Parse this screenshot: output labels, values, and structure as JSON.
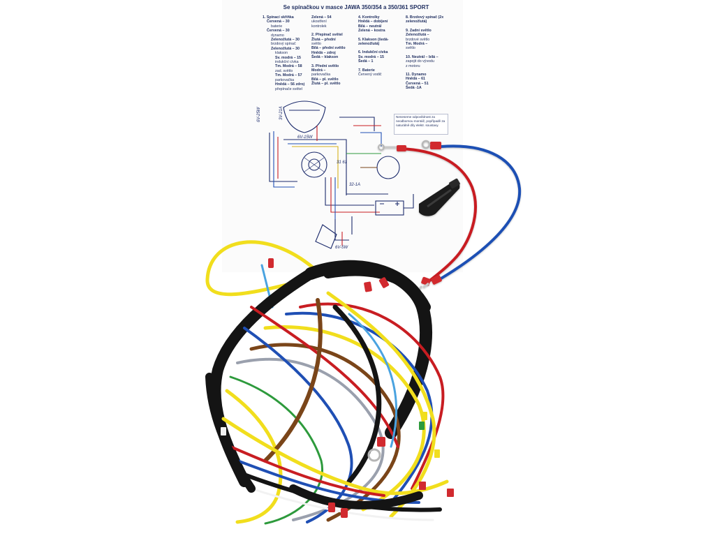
{
  "document": {
    "title": "Se spínačkou v masce JAWA 350/354 a 350/361 SPORT",
    "columns": [
      [
        {
          "t": "1. Spínací skříňka",
          "s": "sec"
        },
        {
          "t": "Červená – 30",
          "s": "ln i1 b"
        },
        {
          "t": "baterie",
          "s": "ln i2"
        },
        {
          "t": "Červená – 30",
          "s": "ln i1 b"
        },
        {
          "t": "dynamo",
          "s": "ln i2"
        },
        {
          "t": "Zelenožlutá – 30",
          "s": "ln i2 b"
        },
        {
          "t": "brzdový spínač",
          "s": "ln i2"
        },
        {
          "t": "Zelenožlutá – 30",
          "s": "ln i2 b"
        },
        {
          "t": "klakson",
          "s": "ln i3"
        },
        {
          "t": "Sv. modrá – 15",
          "s": "ln i3 b"
        },
        {
          "t": "indukční cívka",
          "s": "ln i3"
        },
        {
          "t": "Tm. Modrá – 58",
          "s": "ln i3 b"
        },
        {
          "t": "zad. světlo",
          "s": "ln i3"
        },
        {
          "t": "Tm. Modrá – 57",
          "s": "ln i3 b"
        },
        {
          "t": "parkovačka",
          "s": "ln i3"
        },
        {
          "t": "Hnědá – 56 zdroj",
          "s": "ln i3 b"
        },
        {
          "t": "přepínače světel",
          "s": "ln i3"
        }
      ],
      [
        {
          "t": "Zelená – 54",
          "s": "ln b"
        },
        {
          "t": "ukostření",
          "s": "ln"
        },
        {
          "t": "kontrolek",
          "s": "ln"
        },
        {
          "t": "2. Přepínač světel",
          "s": "sec"
        },
        {
          "t": "Žlutá – přední",
          "s": "ln b"
        },
        {
          "t": "světlo",
          "s": "ln"
        },
        {
          "t": "Bílá – přední světlo",
          "s": "ln b"
        },
        {
          "t": "Hnědá – zdroj",
          "s": "ln b"
        },
        {
          "t": "Šedá – klakson",
          "s": "ln b"
        },
        {
          "t": "3. Přední světlo",
          "s": "sec"
        },
        {
          "t": "Modrá –",
          "s": "ln b"
        },
        {
          "t": "parkovačka",
          "s": "ln"
        },
        {
          "t": "Bílá – pl. světlo",
          "s": "ln b"
        },
        {
          "t": "Žlutá – pl. světlo",
          "s": "ln b"
        }
      ],
      [
        {
          "t": "4. Kontrolky",
          "s": "sec"
        },
        {
          "t": "Hnědá – dobíjení",
          "s": "ln b"
        },
        {
          "t": "Bílá – neutrál",
          "s": "ln b"
        },
        {
          "t": "Zelená – kostra",
          "s": "ln b"
        },
        {
          "t": "5. Klakson (šedá-zelenožlutá)",
          "s": "sec"
        },
        {
          "t": "6. Indukční cívka",
          "s": "sec"
        },
        {
          "t": "Sv. modrá – 15",
          "s": "ln b"
        },
        {
          "t": "Šedá – 1",
          "s": "ln b"
        },
        {
          "t": "7. Baterie",
          "s": "sec"
        },
        {
          "t": "Červený vodič",
          "s": "ln"
        }
      ],
      [
        {
          "t": "8. Brzdový spínač (2x zelenožlutá)",
          "s": "sec"
        },
        {
          "t": "9. Zadní světlo",
          "s": "sec"
        },
        {
          "t": "Zelenožlutá –",
          "s": "ln b"
        },
        {
          "t": "brzdové světlo",
          "s": "ln"
        },
        {
          "t": "Tm. Modrá –",
          "s": "ln b"
        },
        {
          "t": "světlo",
          "s": "ln"
        },
        {
          "t": "10. Neutrál – bílá –",
          "s": "sec"
        },
        {
          "t": "zapojit do vývodu",
          "s": "ln"
        },
        {
          "t": "z motoru",
          "s": "ln"
        },
        {
          "t": "11. Dynamo",
          "s": "sec"
        },
        {
          "t": "Hnědá – 61",
          "s": "ln b"
        },
        {
          "t": "Červená – 51",
          "s": "ln b"
        },
        {
          "t": "Šedá -1A",
          "s": "ln b"
        }
      ]
    ],
    "disclaimer": "Neneseme odpovědnost za neodbornou montáž, popřípadě za naturálně díly elektr. soustavy.",
    "diagram_labels": [
      "6V-25W",
      "6V-15W",
      "3V-21A",
      "6V-5W",
      "31 61",
      "32-1A"
    ]
  },
  "palette": {
    "black_sleeve": "#141414",
    "yellow": "#f1de1d",
    "red": "#c81d22",
    "blue": "#1f4fb4",
    "light_blue": "#4aa3e0",
    "brown": "#7a4519",
    "green": "#2d9a3c",
    "grey": "#9aa0ad",
    "white": "#f2f2f2"
  }
}
